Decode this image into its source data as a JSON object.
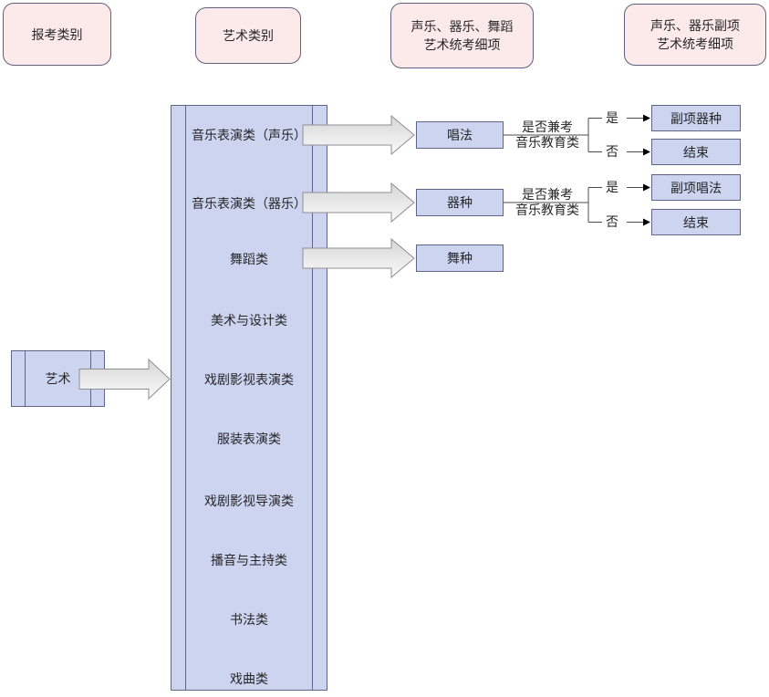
{
  "headers": [
    {
      "label": "报考类别"
    },
    {
      "label": "艺术类别"
    },
    {
      "label": "声乐、器乐、舞蹈\n艺术统考细项"
    },
    {
      "label": "声乐、器乐副项\n艺术统考细项"
    }
  ],
  "root": {
    "label": "艺术"
  },
  "categories": [
    "音乐表演类（声乐）",
    "音乐表演类（器乐）",
    "舞蹈类",
    "美术与设计类",
    "戏剧影视表演类",
    "服装表演类",
    "戏剧影视导演类",
    "播音与主持类",
    "书法类",
    "戏曲类"
  ],
  "details": [
    {
      "label": "唱法"
    },
    {
      "label": "器种"
    },
    {
      "label": "舞种"
    }
  ],
  "branches": [
    {
      "condition": "是否兼考\n音乐教育类",
      "yes_label": "是",
      "no_label": "否",
      "yes_target": "副项器种",
      "no_target": "结束"
    },
    {
      "condition": "是否兼考\n音乐教育类",
      "yes_label": "是",
      "no_label": "否",
      "yes_target": "副项唱法",
      "no_target": "结束"
    }
  ],
  "colors": {
    "header_fill": "#fce9e9",
    "header_stroke": "#5f5f7e",
    "node_fill": "#ccd4f0",
    "node_stroke": "#5f6488",
    "line": "#4d4d4d",
    "text": "#262626",
    "arrow_stroke": "#8f8f8f"
  }
}
